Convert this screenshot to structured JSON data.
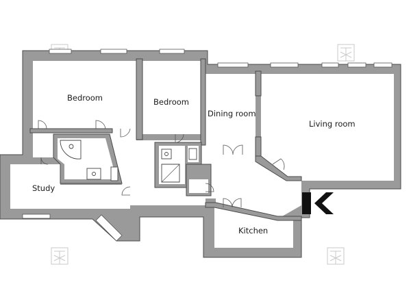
{
  "rooms": {
    "bedroom_1": "Bedroom",
    "bedroom_2": "Bedroom",
    "dining": "Dining room",
    "living": "Living room",
    "study": "Study",
    "kitchen": "Kitchen"
  },
  "colors": {
    "wall": "#9a9a9a",
    "wall_outline": "#4a4a4a",
    "entrance": "#111111",
    "watermark": "#c9c9c9"
  },
  "icons": {
    "entrance_marker": "entrance-arrow-icon",
    "watermark": "logo-watermark-icon"
  }
}
